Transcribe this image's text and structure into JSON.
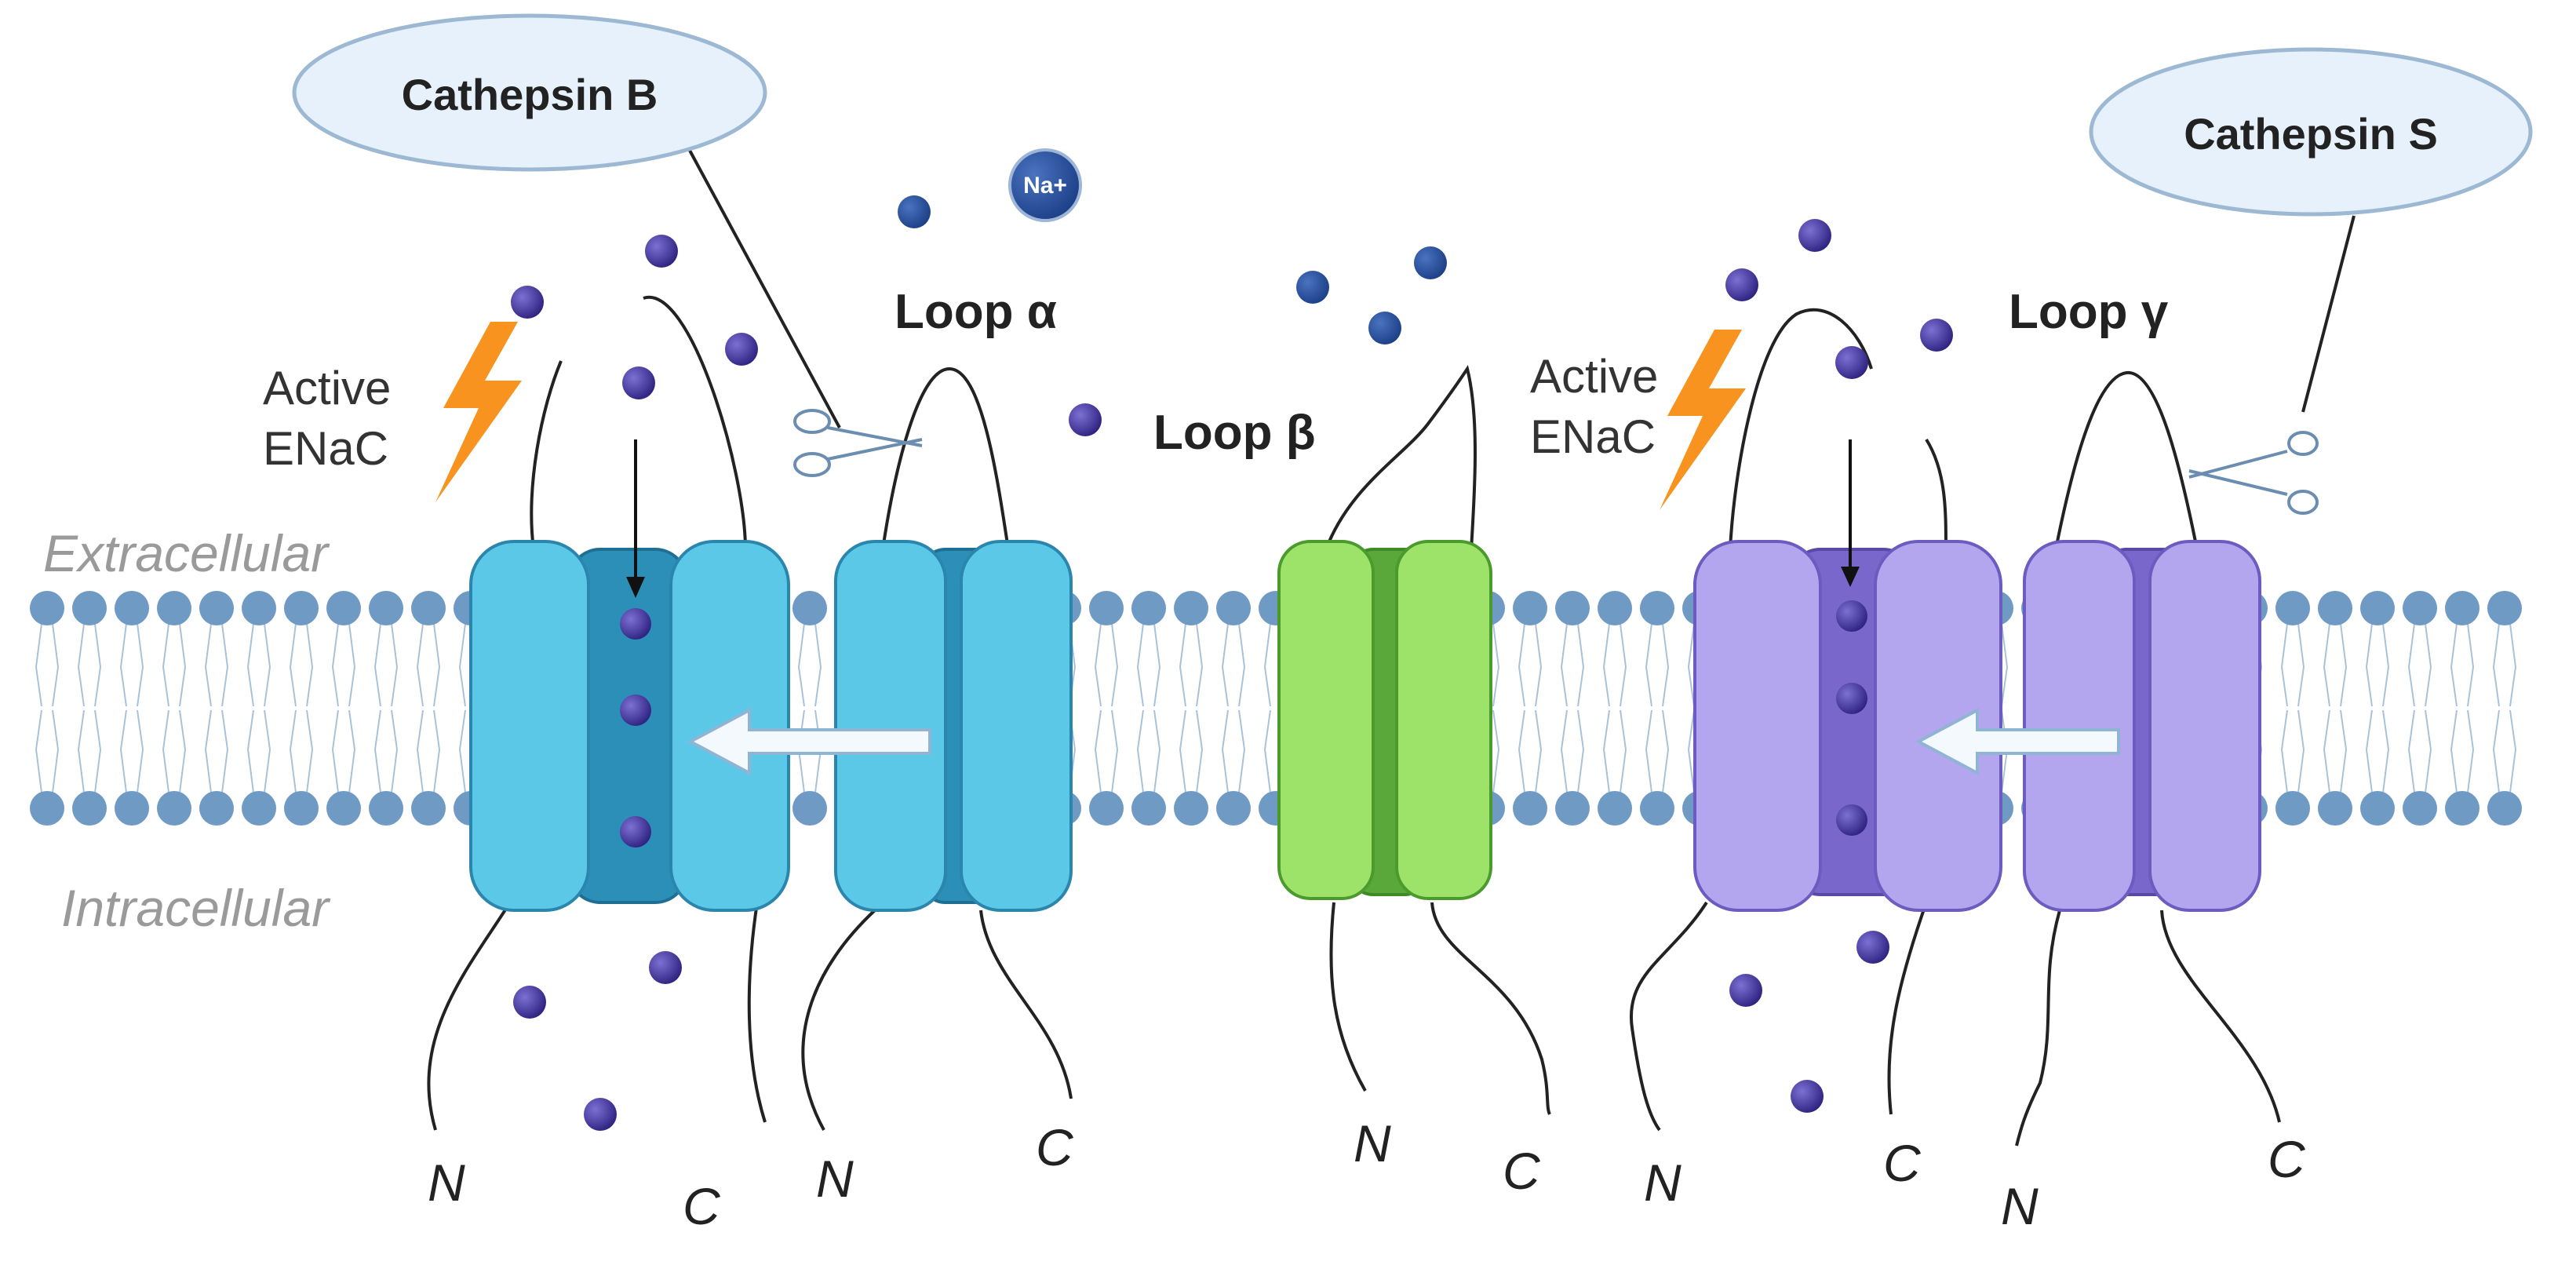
{
  "labels": {
    "cathepsin_b": "Cathepsin B",
    "cathepsin_s": "Cathepsin S",
    "na_ion": "Na+",
    "loop_alpha": "Loop α",
    "loop_beta": "Loop β",
    "loop_gamma": "Loop γ",
    "active_enac_1_line1": "Active",
    "active_enac_1_line2": "ENaC",
    "active_enac_2_line1": "Active",
    "active_enac_2_line2": "ENaC",
    "extracellular": "Extracellular",
    "intracellular": "Intracellular",
    "terminals": [
      "N",
      "C",
      "N",
      "C",
      "N",
      "C",
      "N",
      "C",
      "N",
      "C"
    ]
  },
  "colors": {
    "alpha_subunit": "#5cc8e8",
    "alpha_dark": "#2c8fb8",
    "beta_subunit": "#9de36a",
    "beta_dark": "#5aa83a",
    "gamma_subunit": "#b3a6ee",
    "gamma_dark": "#7a67cc",
    "membrane_head": "#6f9ac4",
    "sodium_ion": "#3d2f9a",
    "cathepsin_fill": "#e6f1fb",
    "lightning": "#f7931e"
  }
}
